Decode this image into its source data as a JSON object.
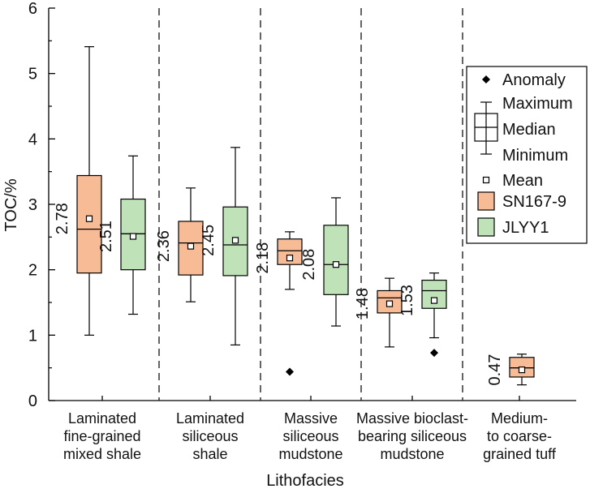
{
  "chart_data": {
    "type": "box",
    "title": "",
    "xlabel": "Lithofacies",
    "ylabel": "TOC/%",
    "ylim": [
      0,
      6
    ],
    "yticks": [
      "0",
      "1",
      "2",
      "3",
      "4",
      "5",
      "6"
    ],
    "categories": [
      [
        "Laminated",
        "fine-grained",
        "mixed shale"
      ],
      [
        "Laminated",
        "siliceous",
        "shale"
      ],
      [
        "Massive",
        "siliceous",
        "mudstone"
      ],
      [
        "Massive bioclast-",
        "bearing siliceous",
        "mudstone"
      ],
      [
        "Medium-",
        "to coarse-",
        "grained tuff"
      ]
    ],
    "series": [
      {
        "name": "SN167-9",
        "color": "#f7bb96",
        "boxes": [
          {
            "group": 0,
            "min": 1.0,
            "q1": 1.95,
            "median": 2.62,
            "q3": 3.44,
            "max": 5.41,
            "mean": 2.78,
            "mean_label": "2.78",
            "outliers": []
          },
          {
            "group": 1,
            "min": 1.51,
            "q1": 1.92,
            "median": 2.41,
            "q3": 2.74,
            "max": 3.25,
            "mean": 2.36,
            "mean_label": "2.36",
            "outliers": []
          },
          {
            "group": 2,
            "min": 1.7,
            "q1": 2.08,
            "median": 2.29,
            "q3": 2.47,
            "max": 2.58,
            "mean": 2.18,
            "mean_label": "2.18",
            "outliers": [
              0.44
            ]
          },
          {
            "group": 3,
            "min": 0.82,
            "q1": 1.34,
            "median": 1.57,
            "q3": 1.68,
            "max": 1.87,
            "mean": 1.48,
            "mean_label": "1.48",
            "outliers": []
          },
          {
            "group": 4,
            "min": 0.24,
            "q1": 0.36,
            "median": 0.5,
            "q3": 0.66,
            "max": 0.71,
            "mean": 0.47,
            "mean_label": "0.47",
            "outliers": []
          }
        ]
      },
      {
        "name": "JLYY1",
        "color": "#bfe2b9",
        "boxes": [
          {
            "group": 0,
            "min": 1.32,
            "q1": 2.0,
            "median": 2.55,
            "q3": 3.08,
            "max": 3.74,
            "mean": 2.51,
            "mean_label": "2.51",
            "outliers": []
          },
          {
            "group": 1,
            "min": 0.85,
            "q1": 1.91,
            "median": 2.38,
            "q3": 2.96,
            "max": 3.87,
            "mean": 2.45,
            "mean_label": "2.45",
            "outliers": []
          },
          {
            "group": 2,
            "min": 1.14,
            "q1": 1.62,
            "median": 2.08,
            "q3": 2.68,
            "max": 3.1,
            "mean": 2.08,
            "mean_label": "2.08",
            "outliers": []
          },
          {
            "group": 3,
            "min": 0.96,
            "q1": 1.41,
            "median": 1.68,
            "q3": 1.84,
            "max": 1.95,
            "mean": 1.53,
            "mean_label": "1.53",
            "outliers": [
              0.73
            ]
          }
        ]
      }
    ],
    "legend": {
      "position": "right",
      "entries": [
        "Anomaly",
        "Maximum",
        "Median",
        "Minimum",
        "Mean",
        "SN167-9",
        "JLYY1"
      ]
    }
  }
}
